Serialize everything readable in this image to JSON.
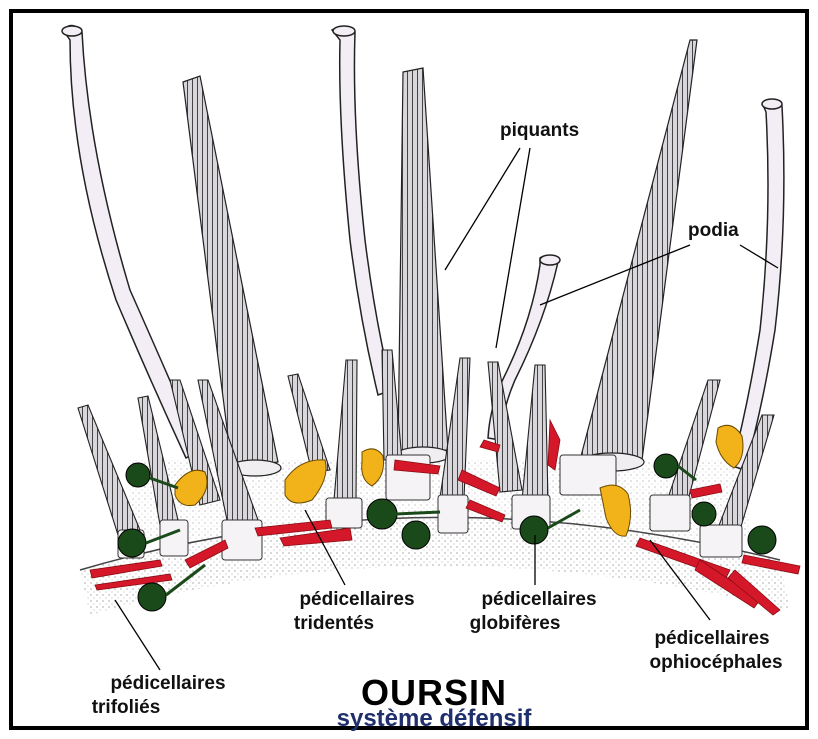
{
  "title": "OURSIN",
  "subtitle": "système défensif",
  "labels": {
    "piquants": "piquants",
    "podia": "podia",
    "trifolies_1": "pédicellaires",
    "trifolies_2": "trifoliés",
    "tridentes_1": "pédicellaires",
    "tridentes_2": "tridentés",
    "globiferes_1": "pédicellaires",
    "globiferes_2": "globifères",
    "ophio_1": "pédicellaires",
    "ophio_2": "ophiocéphales"
  },
  "colors": {
    "frame": "#000000",
    "spine": "#c9c6ce",
    "spine_stroke": "#222222",
    "podia": "#f3eef5",
    "pedicellaire_red": "#d4182a",
    "pedicellaire_yellow": "#f2b21a",
    "pedicellaire_green": "#1a4a1a",
    "subtitle": "#1f2f6b"
  }
}
